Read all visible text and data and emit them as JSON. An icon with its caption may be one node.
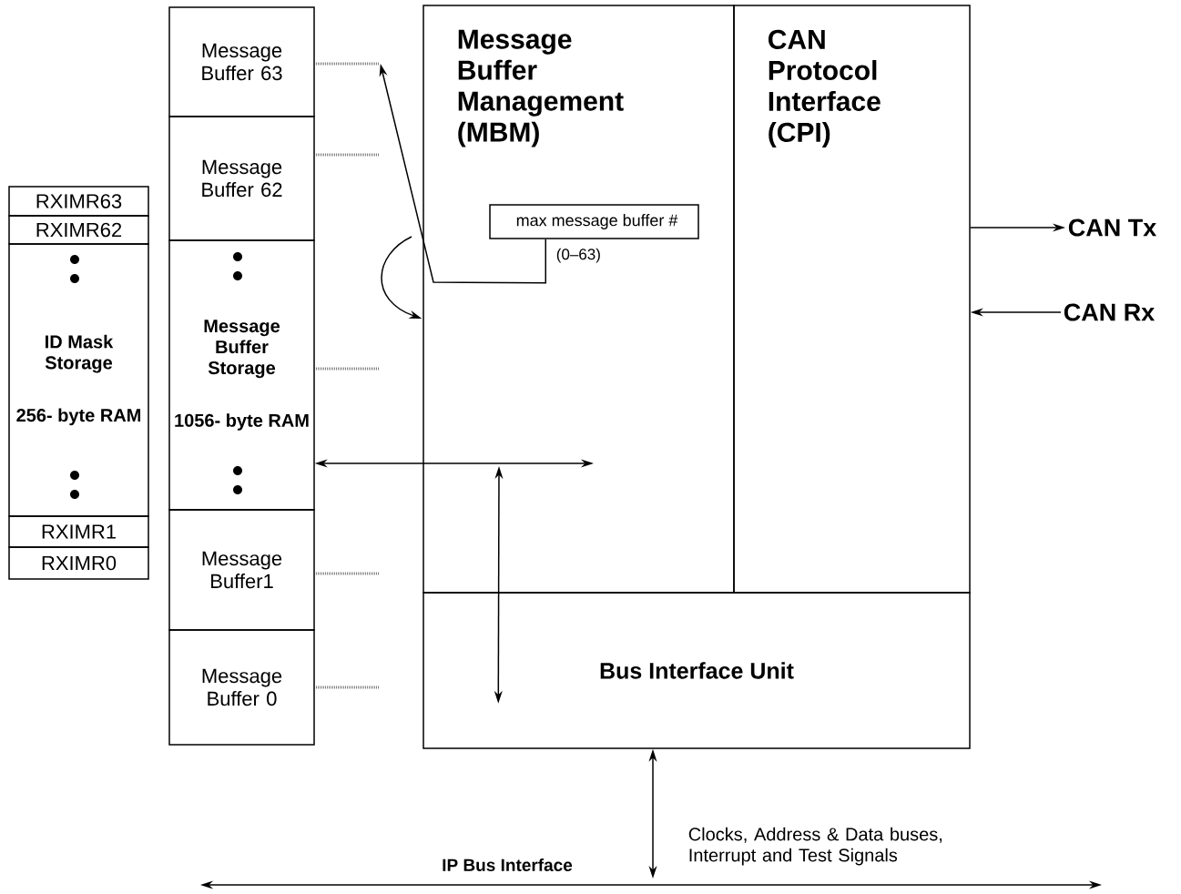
{
  "diagram": {
    "nodes": [
      {
        "text": [
          "RXIMR63"
        ]
      },
      {
        "text": [
          "RXIMR62"
        ]
      },
      {
        "text": [
          "ID Mask Storage",
          "256- byte RAM"
        ]
      },
      {
        "text": [
          "RXIMR1"
        ]
      },
      {
        "text": [
          "RXIMR0"
        ]
      },
      {
        "text": [
          "Message Buffer 63"
        ]
      },
      {
        "text": [
          "Message Buffer 62"
        ]
      },
      {
        "text": [
          "Message Buffer Storage",
          "1056- byte RAM"
        ]
      },
      {
        "text": [
          "Message Buffer1"
        ]
      },
      {
        "text": [
          "Message Buffer 0"
        ]
      },
      {
        "text": [
          "Message Buffer Management (MBM)"
        ]
      },
      {
        "text": [
          "CAN Protocol Interface (CPI)"
        ]
      },
      {
        "text": [
          "max message buffer #"
        ],
        "in": 10,
        "beside": [
          "(0–63)"
        ]
      },
      {
        "text": [
          "Bus Interface Unit"
        ]
      },
      {
        "text": [
          "CAN Tx"
        ]
      },
      {
        "text": [
          "CAN Rx"
        ]
      }
    ],
    "edges": [
      {
        "from": 11,
        "to": 14,
        "arrow": "to"
      },
      {
        "from": 15,
        "to": 11,
        "arrow": "to"
      },
      {
        "from": 12,
        "to": 5,
        "arrow": "to"
      },
      {
        "from": 7,
        "to": null,
        "arrow": "both"
      },
      {
        "from": null,
        "to": 13,
        "arrow": "both"
      },
      {
        "from": 13,
        "to": null,
        "arrow": "both",
        "label": "Clocks, Address & Data buses, Interrupt and Test Signals"
      },
      {
        "from": null,
        "to": 10,
        "arrow": "to"
      }
    ],
    "labels": [
      "IP Bus Interface"
    ]
  }
}
